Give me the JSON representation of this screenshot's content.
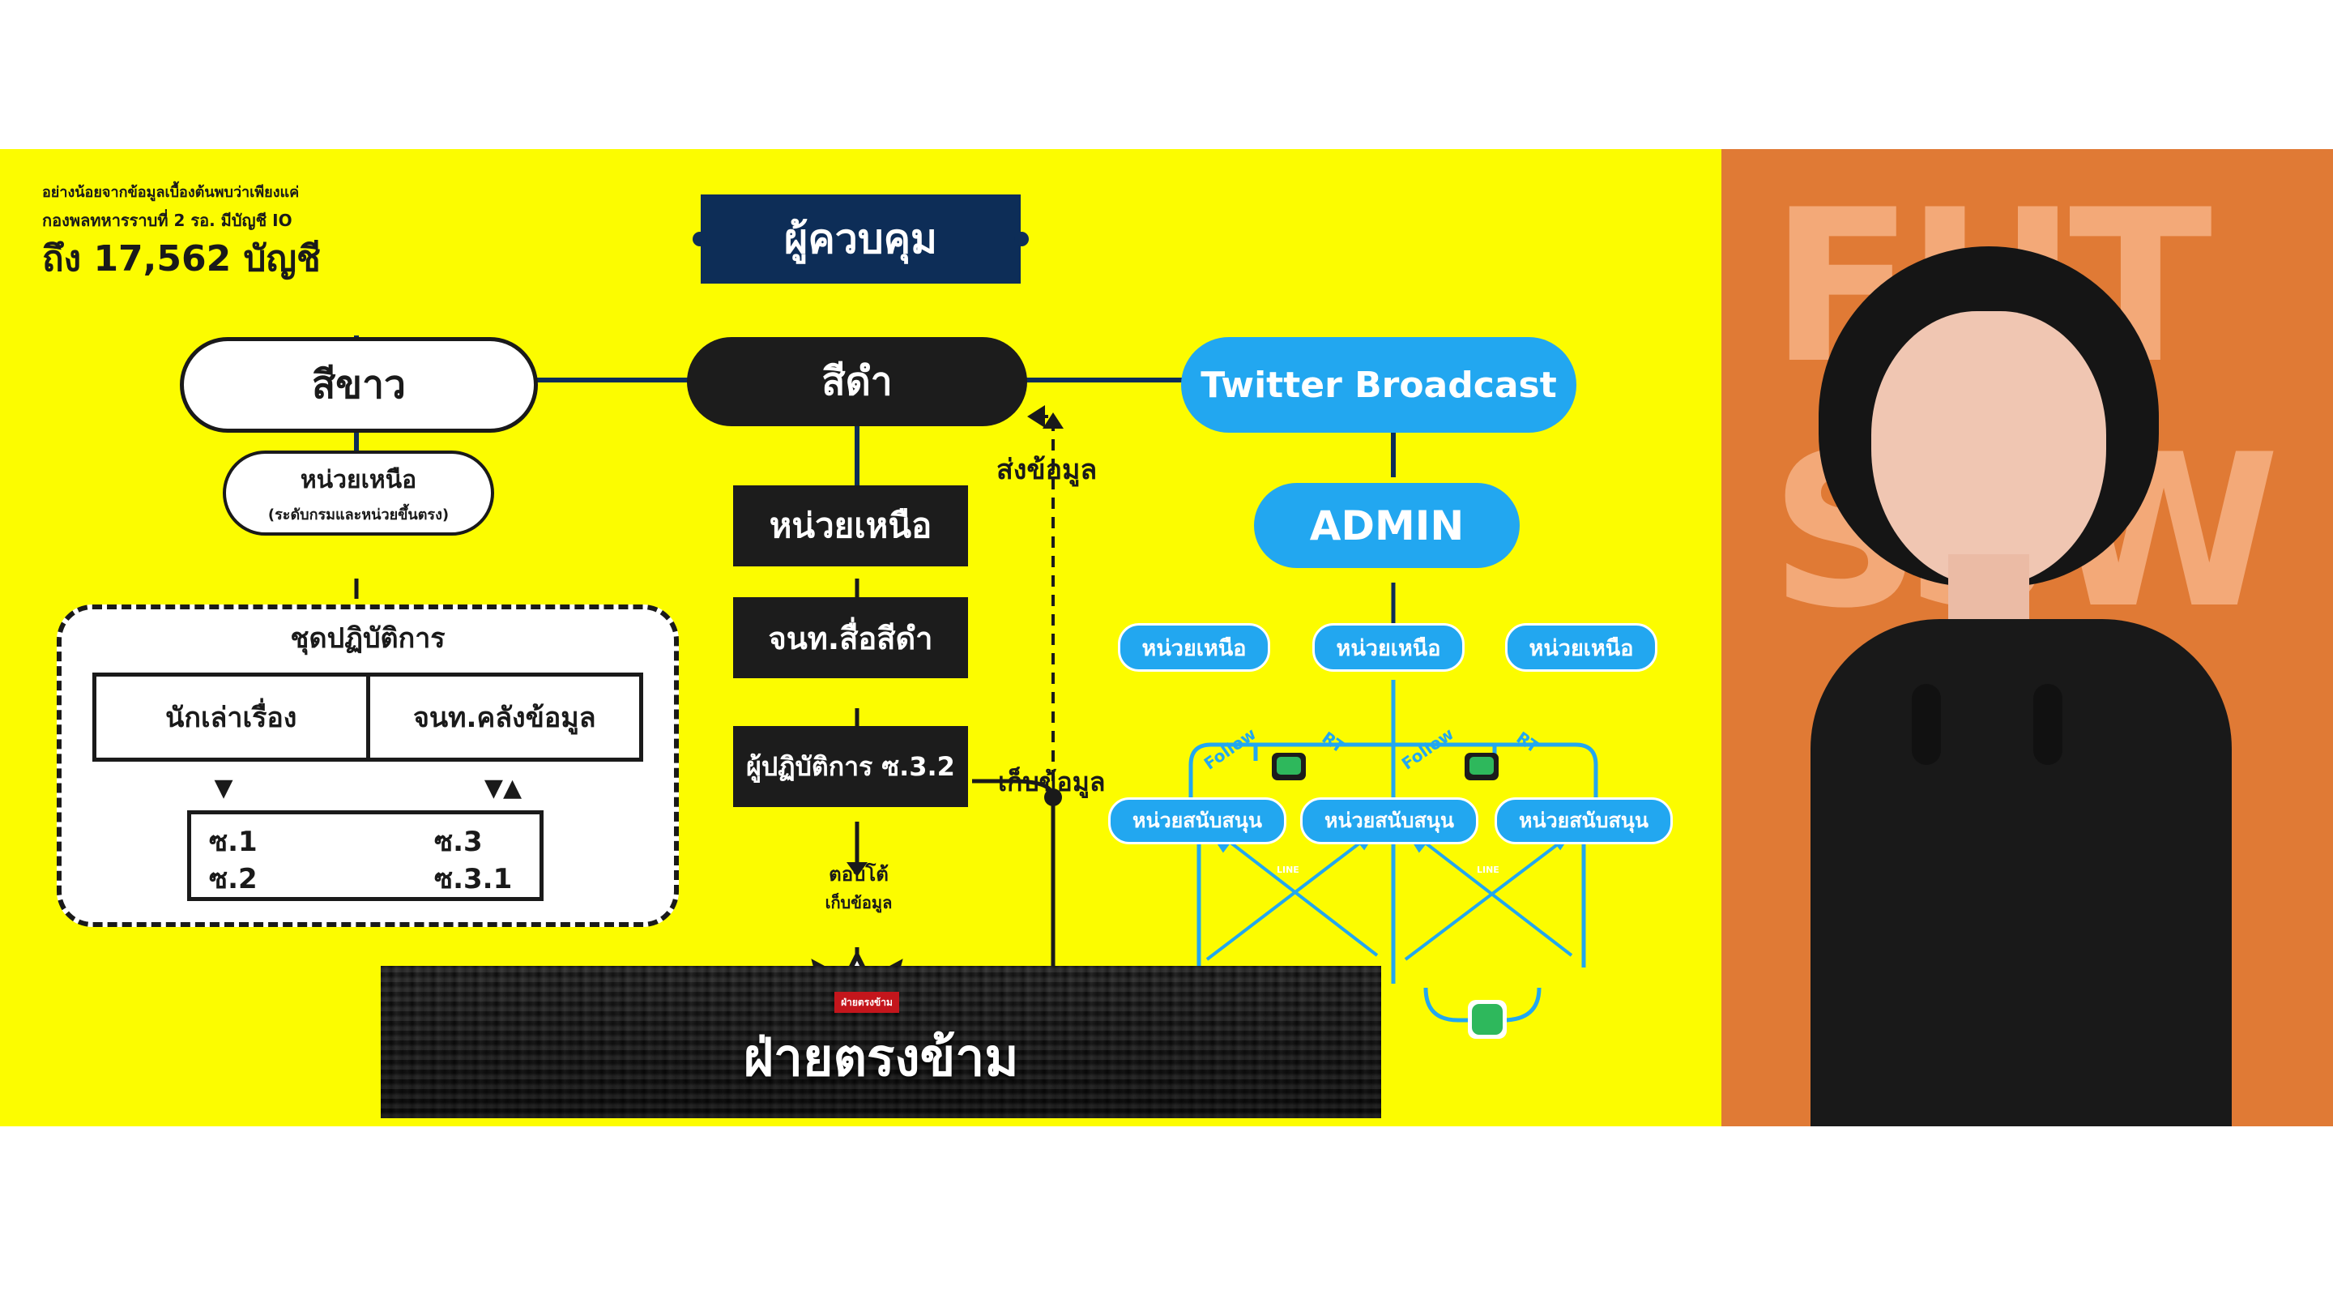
{
  "note": {
    "line1": "อย่างน้อยจากข้อมูลเบื้องต้นพบว่าเพียงแค่",
    "line2": "กองพลทหารราบที่ 2 รอ. มีบัญชี IO",
    "line3": "ถึง 17,562 บัญชี"
  },
  "top": {
    "controller": "ผู้ควบคุม"
  },
  "white": {
    "title": "สีขาว",
    "unit": "หน่วยเหนือ",
    "unit_sub": "(ระดับกรมและหน่วยขึ้นตรง)",
    "ops_title": "ชุดปฏิบัติการ",
    "story": "นักเล่าเรื่อง",
    "datastore": "จนท.คลังข้อมูล",
    "arrow_left": "▼",
    "arrow_right": "▼▲",
    "s1": "ซ.1",
    "s2": "ซ.2",
    "s3": "ซ.3",
    "s31": "ซ.3.1"
  },
  "black": {
    "title": "สีดำ",
    "unit": "หน่วยเหนือ",
    "media": "จนท.สื่อสีดำ",
    "op": "ผู้ปฏิบัติการ ซ.3.2",
    "burst_line1": "ตอบโต้",
    "burst_line2": "เก็บข้อมูล",
    "send": "ส่งข้อมูล",
    "collect": "เก็บข้อมูล"
  },
  "twitter": {
    "title": "Twitter Broadcast",
    "admin": "ADMIN",
    "units": [
      "หน่วยเหนือ",
      "หน่วยเหนือ",
      "หน่วยเหนือ"
    ],
    "supports": [
      "หน่วยสนับสนุน",
      "หน่วยสนับสนุน",
      "หน่วยสนับสนุน"
    ],
    "follow": "Follow",
    "rt": "RT",
    "line_badge": "LINE"
  },
  "opponent": {
    "title": "ฝ่ายตรงข้าม",
    "sign": "ฝ่ายตรงข้าม"
  },
  "colors": {
    "slide_bg": "#fcfc00",
    "navy": "#0d2d57",
    "blue": "#22a7f0",
    "dark": "#1c1c1c",
    "video_bg": "#e07a35"
  },
  "video": {
    "backdrop_text": "FUT SSW"
  }
}
